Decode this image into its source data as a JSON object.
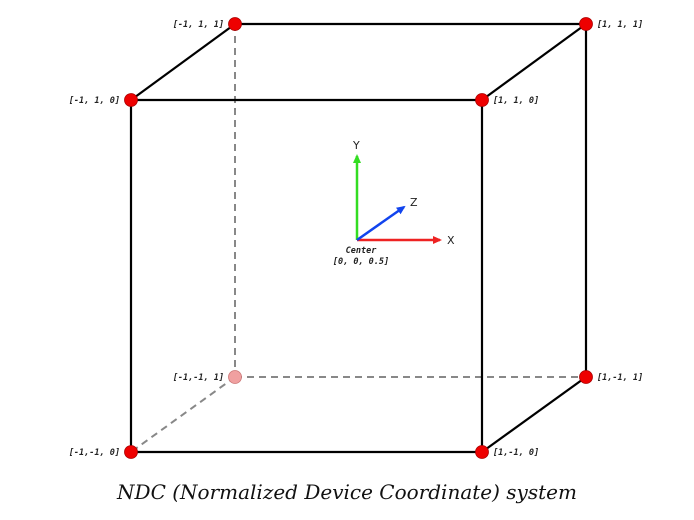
{
  "caption": "NDC (Normalized Device Coordinate) system",
  "colors": {
    "edge": "#000000",
    "hidden_edge": "#888888",
    "vertex": "#ee0000",
    "vertex_hidden": "#f0a0a0",
    "axis_x": "#ee2222",
    "axis_y": "#33dd22",
    "axis_z": "#1144ee"
  },
  "vertices": {
    "back_top_left": "[-1, 1, 1]",
    "back_top_right": "[1, 1, 1]",
    "front_top_left": "[-1, 1, 0]",
    "front_top_right": "[1, 1, 0]",
    "back_bottom_left": "[-1,-1, 1]",
    "back_bottom_right": "[1,-1, 1]",
    "front_bottom_left": "[-1,-1, 0]",
    "front_bottom_right": "[1,-1, 0]"
  },
  "axes": {
    "x": "X",
    "y": "Y",
    "z": "Z"
  },
  "center": {
    "title": "Center",
    "coords": "[0, 0, 0.5]"
  }
}
